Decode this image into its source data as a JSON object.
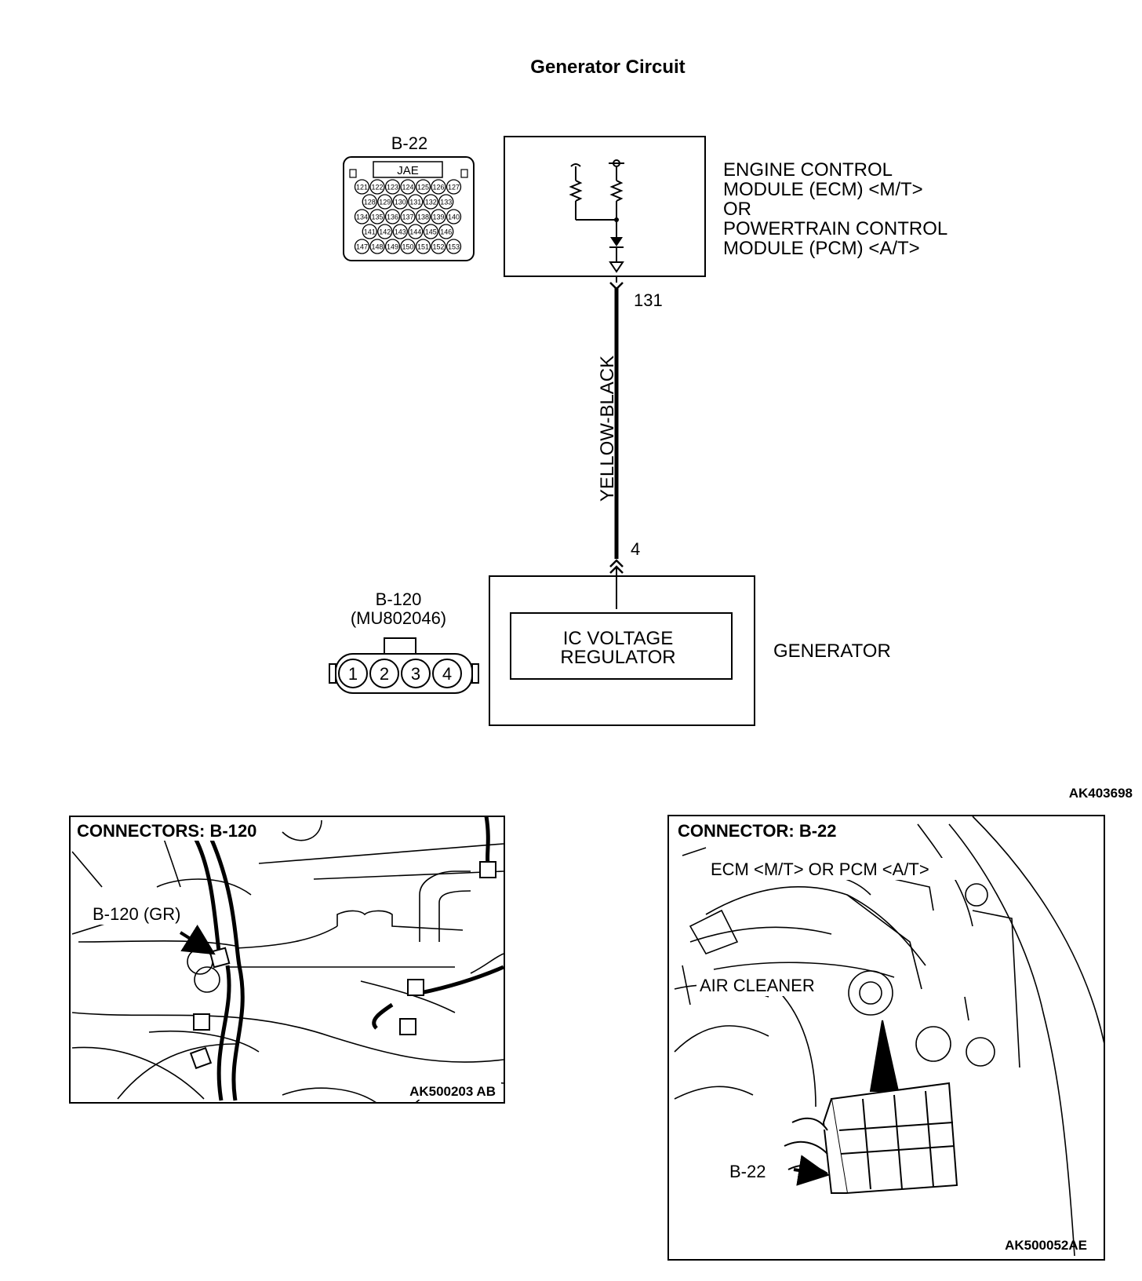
{
  "title": "Generator Circuit",
  "ecm": {
    "connector_label": "B-22",
    "connector_maker": "JAE",
    "pin_rows": [
      [
        "121",
        "122",
        "123",
        "124",
        "125",
        "126",
        "127"
      ],
      [
        "128",
        "129",
        "130",
        "131",
        "132",
        "133"
      ],
      [
        "134",
        "135",
        "136",
        "137",
        "138",
        "139",
        "140"
      ],
      [
        "141",
        "142",
        "143",
        "144",
        "145",
        "146"
      ],
      [
        "147",
        "148",
        "149",
        "150",
        "151",
        "152",
        "153"
      ]
    ],
    "name_lines": [
      "ENGINE CONTROL",
      "MODULE (ECM) <M/T>",
      "OR",
      "POWERTRAIN CONTROL",
      "MODULE (PCM) <A/T>"
    ],
    "pin": "131"
  },
  "wire": {
    "color_label": "YELLOW-BLACK"
  },
  "generator": {
    "pin": "4",
    "connector_label": "B-120",
    "connector_part": "(MU802046)",
    "connector_pins": [
      "1",
      "2",
      "3",
      "4"
    ],
    "regulator_lines": [
      "IC VOLTAGE",
      "REGULATOR"
    ],
    "name": "GENERATOR"
  },
  "figure_id": "AK403698",
  "photo_left": {
    "title": "CONNECTORS: B-120",
    "callout": "B-120 (GR)",
    "figure_id": "AK500203 AB"
  },
  "photo_right": {
    "title": "CONNECTOR: B-22",
    "callout_ecm": "ECM <M/T> OR PCM <A/T>",
    "callout_air": "AIR CLEANER",
    "callout_connector": "B-22",
    "figure_id": "AK500052AE"
  }
}
